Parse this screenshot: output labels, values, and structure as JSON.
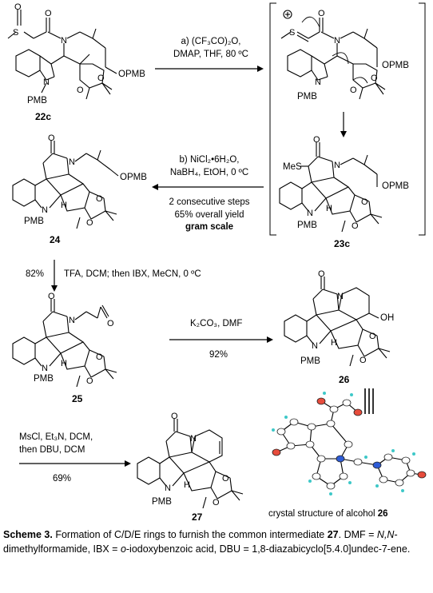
{
  "compounds": {
    "c22c": "22c",
    "c23c": "23c",
    "c24": "24",
    "c25": "25",
    "c26": "26",
    "c27": "27"
  },
  "groups": {
    "opmb": "OPMB",
    "pmb": "PMB",
    "mes": "MeS",
    "oh": "OH",
    "n": "N",
    "o": "O",
    "s": "S",
    "h": "H"
  },
  "steps": {
    "a_line1": "a) (CF₃CO)₂O,",
    "a_line2": "DMAP, THF, 80 ºC",
    "b_line1": "b) NiCl₂•6H₂O,",
    "b_line2": "NaBH₄, EtOH, 0 ºC",
    "consec_line1": "2 consecutive steps",
    "consec_line2": "65% overall yield",
    "consec_line3": "gram scale",
    "step3_yield": "82%",
    "step3_reagents": "TFA, DCM; then IBX, MeCN, 0 ºC",
    "step4_reagents": "K₂CO₃, DMF",
    "step4_yield": "92%",
    "step5_line1": "MsCl, Et₃N, DCM,",
    "step5_line2": "then DBU, DCM",
    "step5_yield": "69%"
  },
  "crystal_label_prefix": "crystal structure of alcohol ",
  "crystal_label_num": "26",
  "caption": {
    "scheme": "Scheme 3.",
    "text1": " Formation of C/D/E rings to furnish the common intermediate ",
    "num": "27",
    "text2": ". DMF = ",
    "dmf": "N,N",
    "text3": "-dimethylformamide, IBX = ",
    "ibx": "o",
    "text4": "-iodoxybenzoic acid, DBU = 1,8-diazabicyclo[5.4.0]undec-7-ene."
  }
}
